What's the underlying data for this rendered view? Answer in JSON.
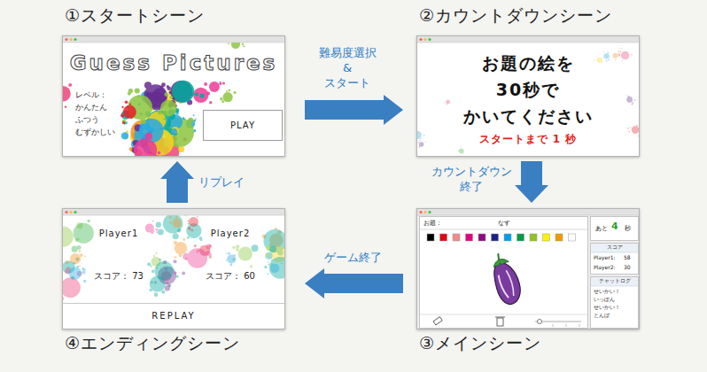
{
  "diagram": {
    "nodes": [
      {
        "text": [
          "①スタートシーン",
          "Guess Pictures",
          "レベル：",
          "かんたん",
          "ふつう",
          "むずかしい"
        ]
      },
      {
        "text": [
          "PLAY"
        ],
        "in": 0
      },
      {
        "text": [
          "②カウントダウンシーン",
          "お題の絵を",
          "30秒で",
          "かいてください",
          "スタートまで 1 秒"
        ]
      },
      {
        "text": [
          "③メインシーン"
        ]
      },
      {
        "text": [
          "お題：",
          "なす"
        ],
        "in": 3
      },
      {
        "text": [
          "あと",
          "4",
          "秒"
        ],
        "in": 3
      },
      {
        "text": [
          "スコア",
          "Player1:",
          "58",
          "Player2:",
          "30"
        ],
        "in": 3
      },
      {
        "text": [
          "チャットログ",
          "せいかい！",
          "いっぽん",
          "せいかい！",
          "とんぼ"
        ],
        "in": 3
      },
      {
        "text": [
          "④エンディングシーン",
          "Player1",
          "Player2",
          "スコア： 73",
          "スコア： 60"
        ]
      },
      {
        "text": [
          "REPLAY"
        ],
        "in": 8
      }
    ],
    "edges": [
      {
        "from": 0,
        "to": 2,
        "label": "難易度選択 & スタート",
        "arrow": "to"
      },
      {
        "from": 2,
        "to": 3,
        "label": "カウントダウン 終了",
        "arrow": "to"
      },
      {
        "from": 3,
        "to": 8,
        "label": "ゲーム終了",
        "arrow": "to"
      },
      {
        "from": 8,
        "to": 0,
        "label": "リプレイ",
        "arrow": "to"
      }
    ]
  }
}
